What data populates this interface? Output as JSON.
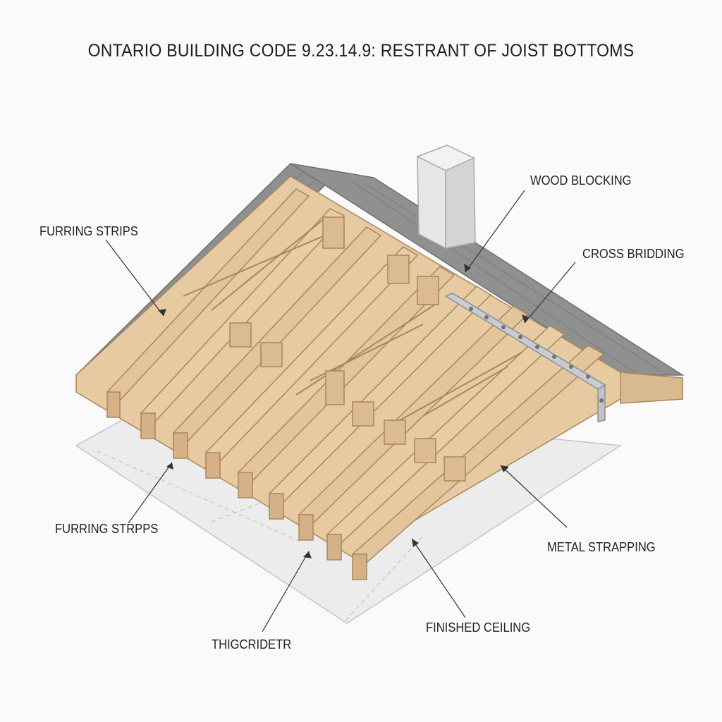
{
  "title": "ONTARIO BUILDING CODE 9.23.14.9: RESTRANT OF JOIST BOTTOMS",
  "labels": {
    "furring_top": "FURRING STRIPS",
    "wood_blocking": "WOOD BLOCKING",
    "cross_bridding": "CROSS BRIDDING",
    "furring_bottom": "FURRING STRPPS",
    "metal_strapping": "METAL STRAPPING",
    "finished_ceiling": "FINISHED CEILING",
    "thigcridetr": "THIGCRIDETR"
  },
  "colors": {
    "wood": "#e6c9a0",
    "wood_dark": "#c9a77c",
    "wood_edge": "#a8865d",
    "shingle": "#8e8e8e",
    "ceiling": "#eeeeee",
    "strap": "#c8cbcf",
    "chimney": "#e4e4e4"
  }
}
